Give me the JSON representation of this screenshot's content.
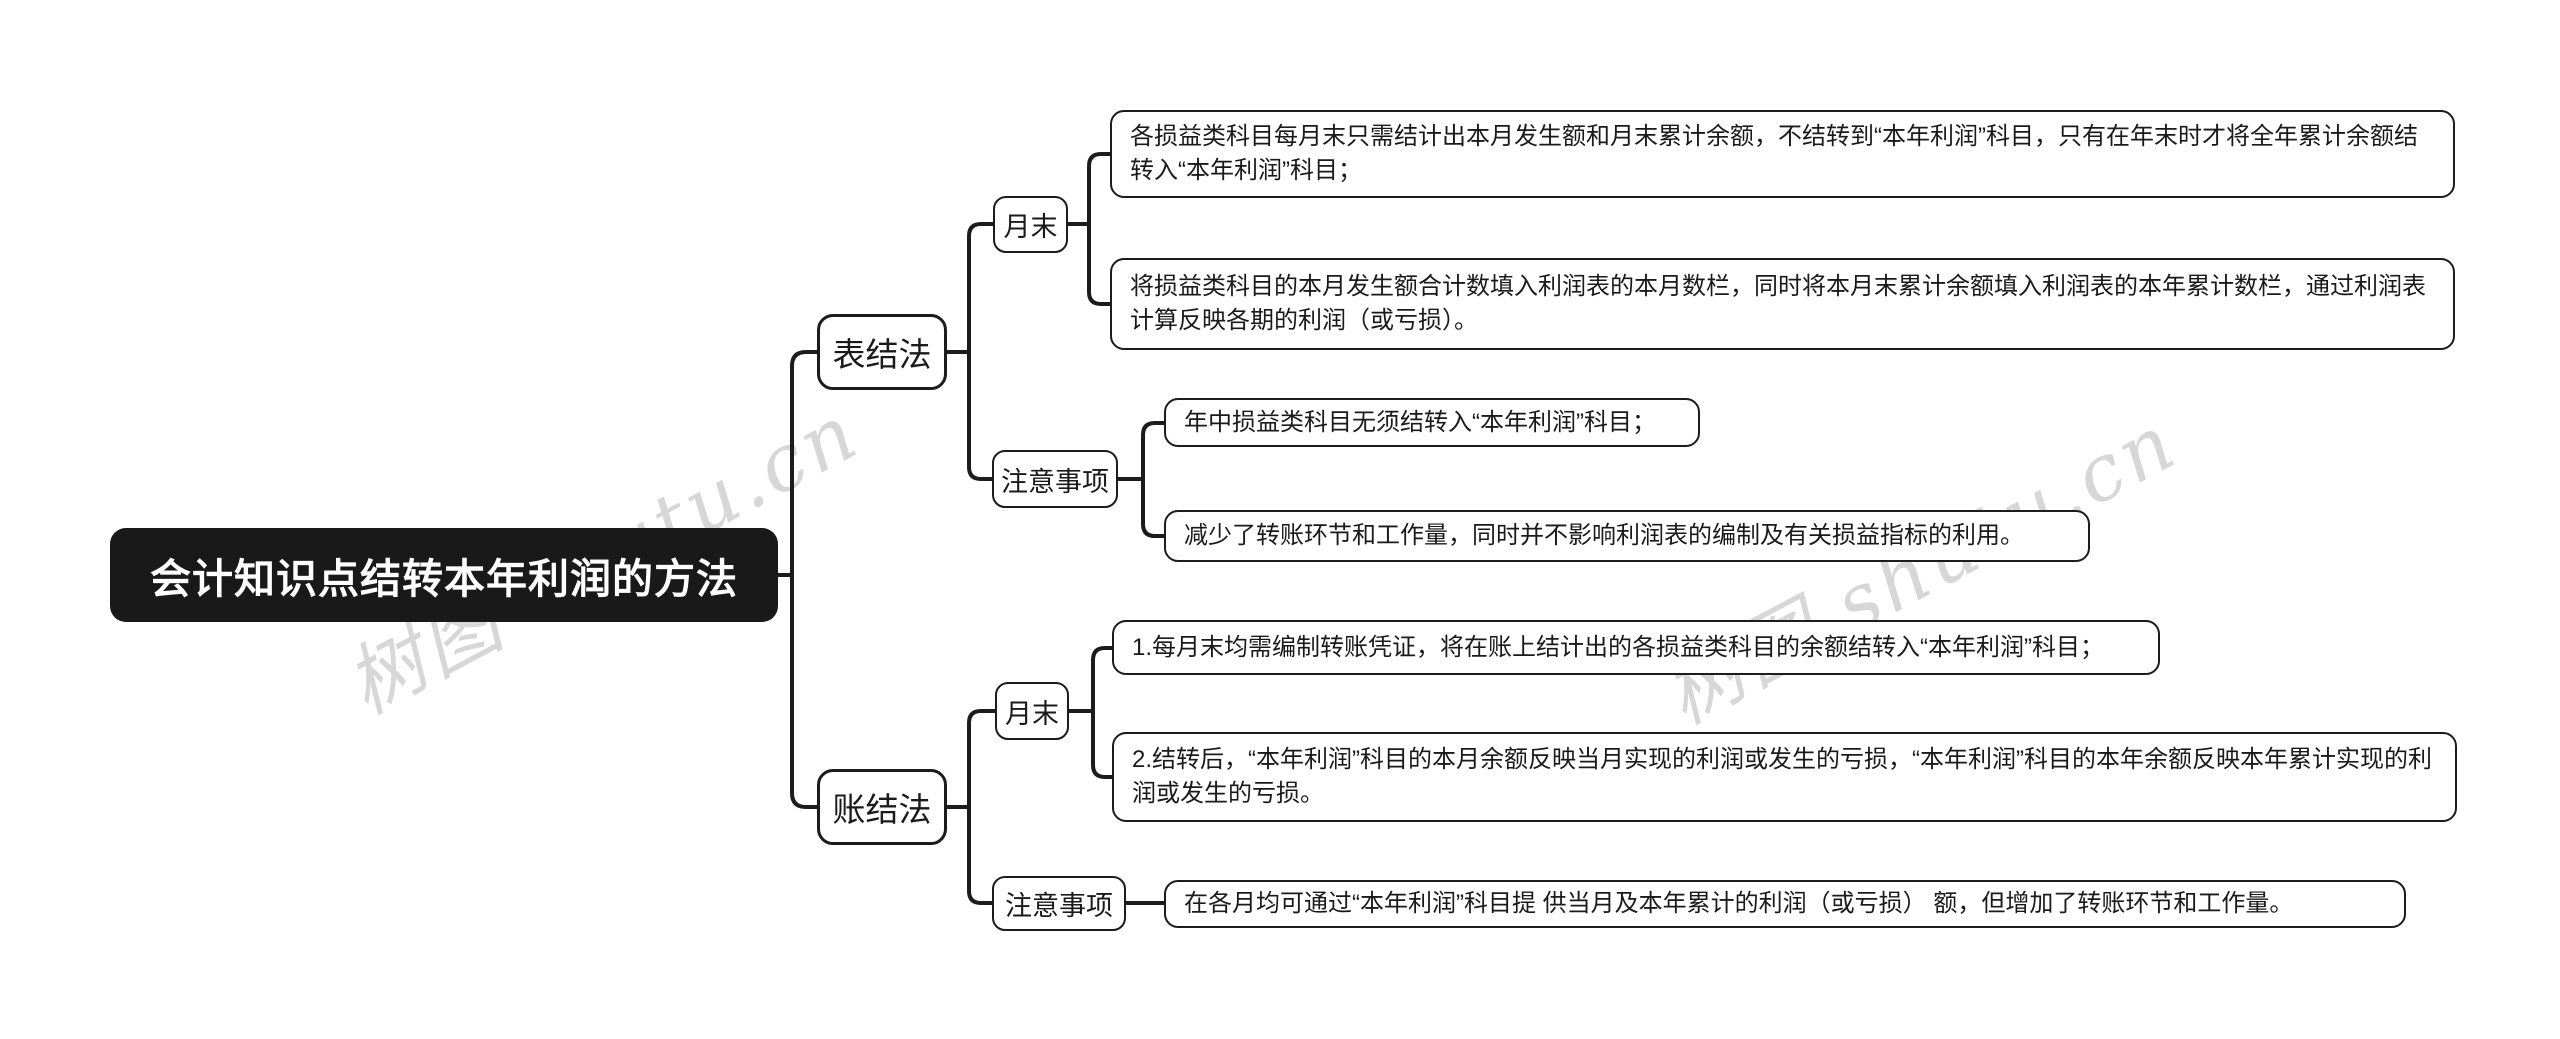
{
  "root": {
    "title": "会计知识点结转本年利润的方法"
  },
  "watermark": {
    "text": "树图 shutu.cn",
    "color": "#d7d7d7"
  },
  "colors": {
    "root_background": "#191919",
    "root_text": "#ffffff",
    "line": "#1c1c1c",
    "node_border": "#1c1c1c",
    "background": "#ffffff"
  },
  "branches": [
    {
      "label": "表结法",
      "children": [
        {
          "label": "月末",
          "leaves": [
            "各损益类科目每月末只需结计出本月发生额和月末累计余额，不结转到“本年利润”科目，只有在年末时才将全年累计余额结转入“本年利润”科目；",
            "将损益类科目的本月发生额合计数填入利润表的本月数栏，同时将本月末累计余额填入利润表的本年累计数栏，通过利润表计算反映各期的利润（或亏损）。"
          ]
        },
        {
          "label": "注意事项",
          "leaves": [
            "年中损益类科目无须结转入“本年利润”科目；",
            "减少了转账环节和工作量，同时并不影响利润表的编制及有关损益指标的利用。"
          ]
        }
      ]
    },
    {
      "label": "账结法",
      "children": [
        {
          "label": "月末",
          "leaves": [
            "1.每月末均需编制转账凭证，将在账上结计出的各损益类科目的余额结转入“本年利润”科目；",
            "2.结转后，“本年利润”科目的本月余额反映当月实现的利润或发生的亏损，“本年利润”科目的本年余额反映本年累计实现的利润或发生的亏损。"
          ]
        },
        {
          "label": "注意事项",
          "leaves": [
            "在各月均可通过“本年利润”科目提 供当月及本年累计的利润（或亏损） 额，但增加了转账环节和工作量。"
          ]
        }
      ]
    }
  ]
}
